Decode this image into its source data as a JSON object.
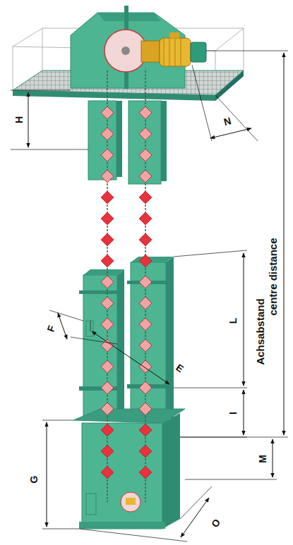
{
  "diagram": {
    "labels": [
      "H",
      "N",
      "centre distance",
      "Achsabstand",
      "L",
      "F",
      "E",
      "I",
      "M",
      "G",
      "O"
    ]
  }
}
